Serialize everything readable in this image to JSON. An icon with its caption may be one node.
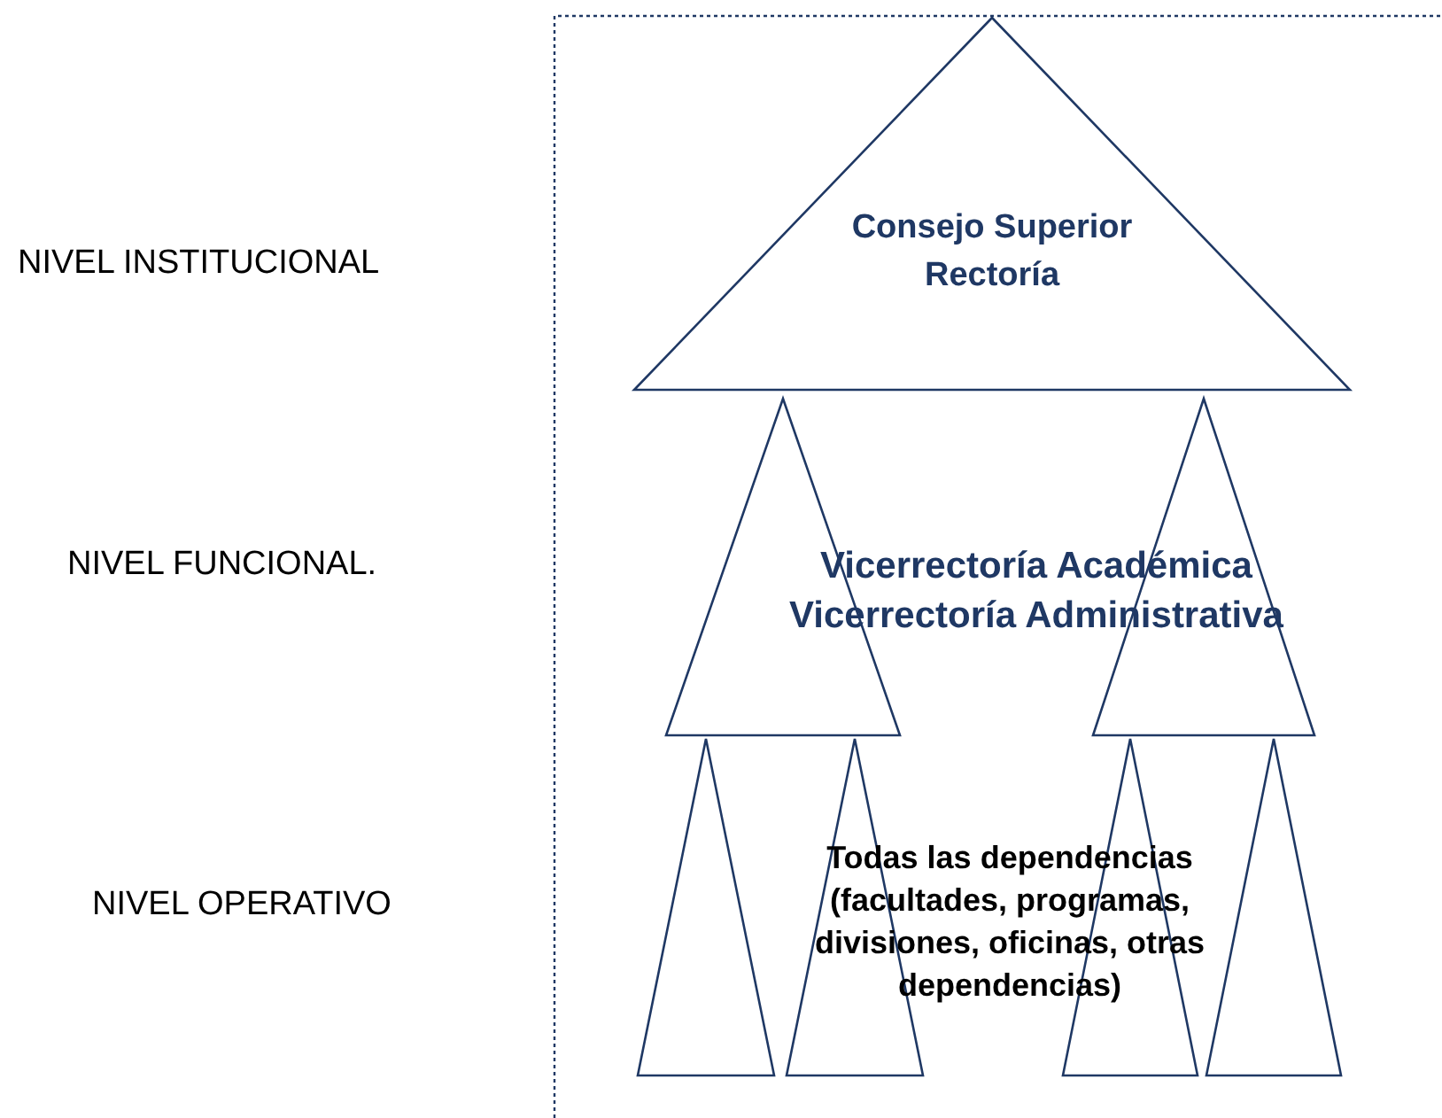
{
  "diagram": {
    "nodes": [
      {
        "text": [
          "Consejo Superior",
          "Rectoría"
        ]
      },
      {
        "text": [],
        "shape": "triangle"
      },
      {
        "text": [],
        "shape": "triangle"
      },
      {
        "text": [],
        "shape": "triangle"
      },
      {
        "text": [],
        "shape": "triangle"
      },
      {
        "text": [],
        "shape": "triangle"
      },
      {
        "text": [],
        "shape": "triangle"
      }
    ],
    "edges": [],
    "labels": [
      "NIVEL INSTITUCIONAL",
      "NIVEL FUNCIONAL.",
      "Vicerrectoría Académica",
      "Vicerrectoría Administrativa",
      "NIVEL OPERATIVO",
      "Todas las dependencias (facultades, programas, divisiones, oficinas, otras dependencias)"
    ]
  }
}
